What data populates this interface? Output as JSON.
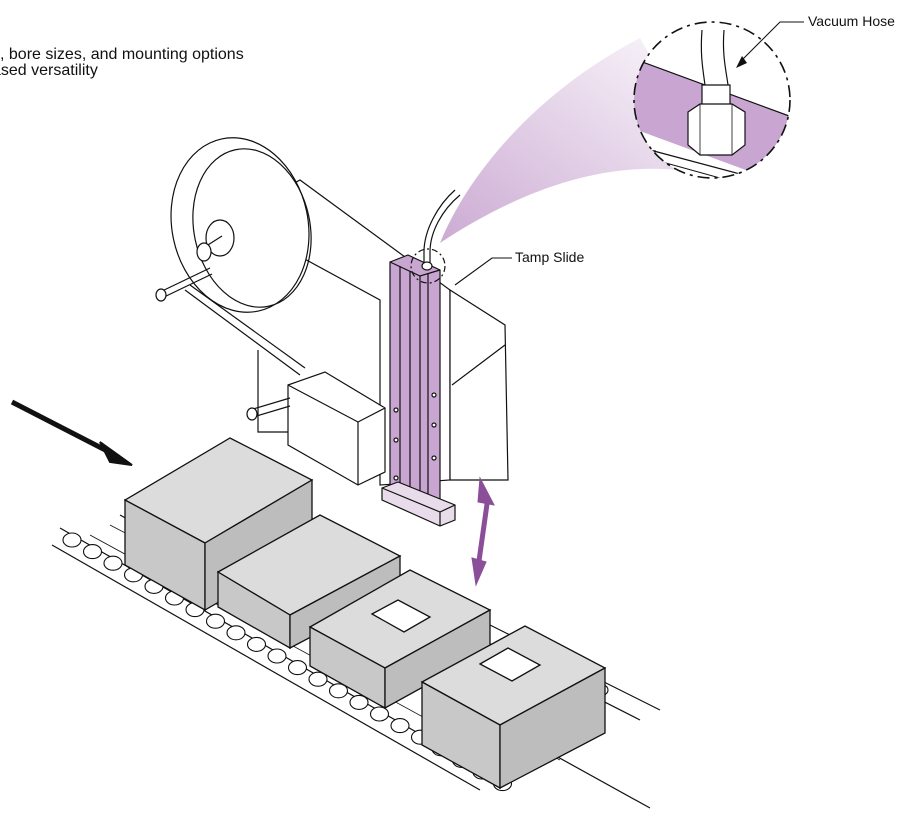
{
  "intro": {
    "line1": "s, bore sizes, and mounting options",
    "line2": "ased versatility"
  },
  "callouts": {
    "vacuum_hose": "Vacuum Hose",
    "tamp_slide": "Tamp Slide"
  },
  "colors": {
    "accent": "#9b6aa8",
    "accent_light": "#c9a6d1",
    "box_fill": "#c8c8c8",
    "line": "#111111"
  }
}
